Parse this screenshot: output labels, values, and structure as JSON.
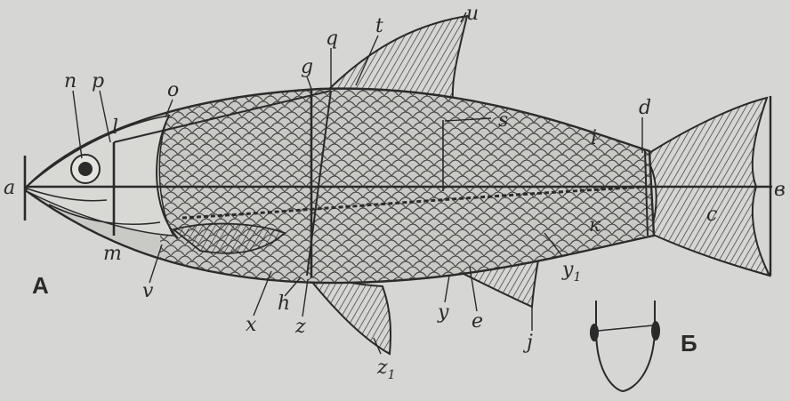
{
  "figure": {
    "section_a": "А",
    "section_b": "Б"
  },
  "labels": {
    "a": "a",
    "n": "n",
    "p": "p",
    "l": "l",
    "o": "o",
    "g": "g",
    "q": "q",
    "t": "t",
    "u": "u",
    "s": "s",
    "i": "i",
    "d": "d",
    "b": "в",
    "c": "c",
    "k": "к",
    "y1": "y",
    "y1_sub": "1",
    "j": "j",
    "e": "e",
    "y": "y",
    "z": "z",
    "h": "h",
    "x": "x",
    "v": "v",
    "m": "m",
    "z1": "z",
    "z1_sub": "1"
  },
  "colors": {
    "background": "#d6d6d4",
    "ink": "#2a2a2a",
    "body_fill": "#c9c9c6"
  }
}
